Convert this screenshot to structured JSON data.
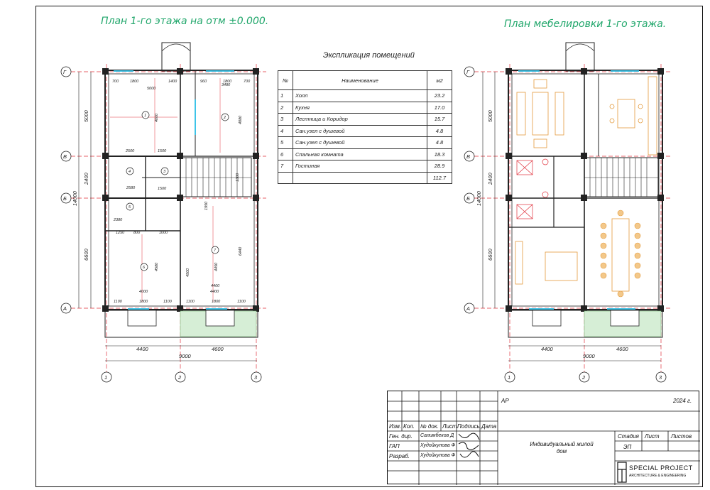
{
  "titles": {
    "left": "План 1-го этажа на отм ±0.000.",
    "right": "План мебелировки 1-го этажа."
  },
  "explication": {
    "title": "Экспликация помещений",
    "headers": [
      "№",
      "Наименование",
      "м2"
    ],
    "rows": [
      [
        "1",
        "Холл",
        "23.2"
      ],
      [
        "2",
        "Кухня",
        "17.0"
      ],
      [
        "3",
        "Лестница и Коридор",
        "15.7"
      ],
      [
        "4",
        "Сан.узел с душевой",
        "4.8"
      ],
      [
        "5",
        "Сан.узел с душевой",
        "4.8"
      ],
      [
        "6",
        "Спальная комната",
        "18.3"
      ],
      [
        "7",
        "Гостиная",
        "28.9"
      ]
    ],
    "total": "112.7"
  },
  "axes": {
    "rows": [
      "Г",
      "В",
      "Б",
      "А"
    ],
    "cols": [
      "1",
      "2",
      "3"
    ]
  },
  "dimensions": {
    "overall": "9000",
    "left_span": "4400",
    "right_span": "4600",
    "total_height": "14000",
    "v_5000": "5000",
    "v_2400": "2400",
    "v_6600": "6600",
    "top_chain": [
      "700",
      "1800",
      "1400",
      "960",
      "1800",
      "700"
    ],
    "inner_5000": "5000",
    "inner_4880": "4880",
    "inner_6440": "6440",
    "bottom_chain": [
      "1100",
      "1800",
      "1100",
      "1100",
      "1800",
      "1100"
    ],
    "bottom_4000": "4000",
    "bottom_4400": "4400",
    "room_marks": [
      "2500",
      "1500",
      "1500",
      "4000",
      "1300",
      "2580",
      "1250",
      "800",
      "1000",
      "4580",
      "4500",
      "4450",
      "4400",
      "3480",
      "1950",
      "2380"
    ]
  },
  "room_numbers": [
    "1",
    "2",
    "3",
    "4",
    "5",
    "6",
    "7"
  ],
  "stamp": {
    "project_code": "АР",
    "year": "2024 г.",
    "col_headers": [
      "Изм.",
      "Кол.",
      "№ док.",
      "Лист",
      "Подпись",
      "Дата"
    ],
    "roles": [
      {
        "role": "Ген. дир.",
        "name": "Салимбеков Д"
      },
      {
        "role": "ГАП",
        "name": "Худойкулова Ф"
      },
      {
        "role": "Разраб.",
        "name": "Худойкулова Ф"
      }
    ],
    "object_name": "Индивидуальный жилой дом",
    "stage_label": "Стадия",
    "sheet_label": "Лист",
    "sheets_label": "Листов",
    "stage_value": "ЭП",
    "company_name": "SPECIAL PROJECT",
    "company_sub": "ARCHITECTURE & ENGINEERING"
  },
  "colors": {
    "title_green": "#1fa66a",
    "dim_red": "#e0303a",
    "wall": "#222222",
    "window_cyan": "#3ec4e8",
    "terrace_green": "#d6eed6",
    "furniture": "#e39a3c"
  }
}
